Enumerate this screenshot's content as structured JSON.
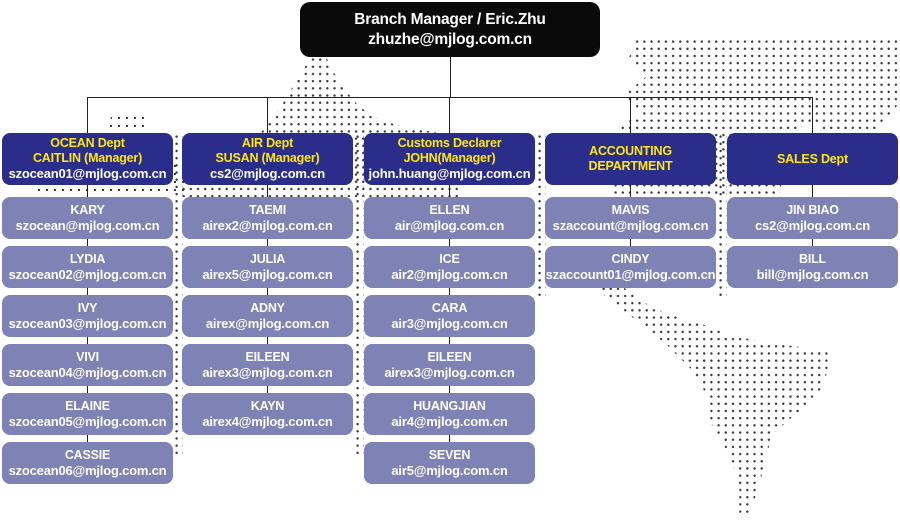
{
  "root": {
    "title": "Branch Manager / Eric.Zhu",
    "email": "zhuzhe@mjlog.com.cn"
  },
  "departments": [
    {
      "id": "ocean",
      "title_lines": [
        "OCEAN Dept",
        "CAITLIN (Manager)"
      ],
      "email": "szocean01@mjlog.com.cn",
      "members": [
        {
          "name": "KARY",
          "email": "szocean@mjlog.com.cn"
        },
        {
          "name": "LYDIA",
          "email": "szocean02@mjlog.com.cn"
        },
        {
          "name": "IVY",
          "email": "szocean03@mjlog.com.cn"
        },
        {
          "name": "VIVI",
          "email": "szocean04@mjlog.com.cn"
        },
        {
          "name": "ELAINE",
          "email": "szocean05@mjlog.com.cn"
        },
        {
          "name": "CASSIE",
          "email": "szocean06@mjlog.com.cn"
        }
      ]
    },
    {
      "id": "air",
      "title_lines": [
        "AIR Dept",
        "SUSAN (Manager)"
      ],
      "email": "cs2@mjlog.com.cn",
      "members": [
        {
          "name": "TAEMI",
          "email": "airex2@mjlog.com.cn"
        },
        {
          "name": "JULIA",
          "email": "airex5@mjlog.com.cn"
        },
        {
          "name": "ADNY",
          "email": "airex@mjlog.com.cn"
        },
        {
          "name": "EILEEN",
          "email": "airex3@mjlog.com.cn"
        },
        {
          "name": "KAYN",
          "email": "airex4@mjlog.com.cn"
        }
      ]
    },
    {
      "id": "customs",
      "title_lines": [
        "Customs Declarer",
        "JOHN(Manager)"
      ],
      "email": "john.huang@mjlog.com.cn",
      "members": [
        {
          "name": "ELLEN",
          "email": "air@mjlog.com.cn"
        },
        {
          "name": "ICE",
          "email": "air2@mjlog.com.cn"
        },
        {
          "name": "CARA",
          "email": "air3@mjlog.com.cn"
        },
        {
          "name": "EILEEN",
          "email": "airex3@mjlog.com.cn"
        },
        {
          "name": "HUANGJIAN",
          "email": "air4@mjlog.com.cn"
        },
        {
          "name": "SEVEN",
          "email": "air5@mjlog.com.cn"
        }
      ]
    },
    {
      "id": "accounting",
      "title_lines": [
        "ACCOUNTING",
        "DEPARTMENT"
      ],
      "email": "",
      "members": [
        {
          "name": "MAVIS",
          "email": "szaccount@mjlog.com.cn"
        },
        {
          "name": "CINDY",
          "email": "szaccount01@mjlog.com.cn"
        }
      ]
    },
    {
      "id": "sales",
      "title_lines": [
        "SALES Dept"
      ],
      "email": "",
      "members": [
        {
          "name": "JIN BIAO",
          "email": "cs2@mjlog.com.cn"
        },
        {
          "name": "BILL",
          "email": "bill@mjlog.com.cn"
        }
      ]
    }
  ],
  "colors": {
    "root_bg": "#0a0a0a",
    "header_bg": "#2b2d8a",
    "member_bg": "#7f82b5",
    "accent_yellow": "#ffe60a",
    "connector": "#222222",
    "map_dot": "#3b3b3b"
  }
}
